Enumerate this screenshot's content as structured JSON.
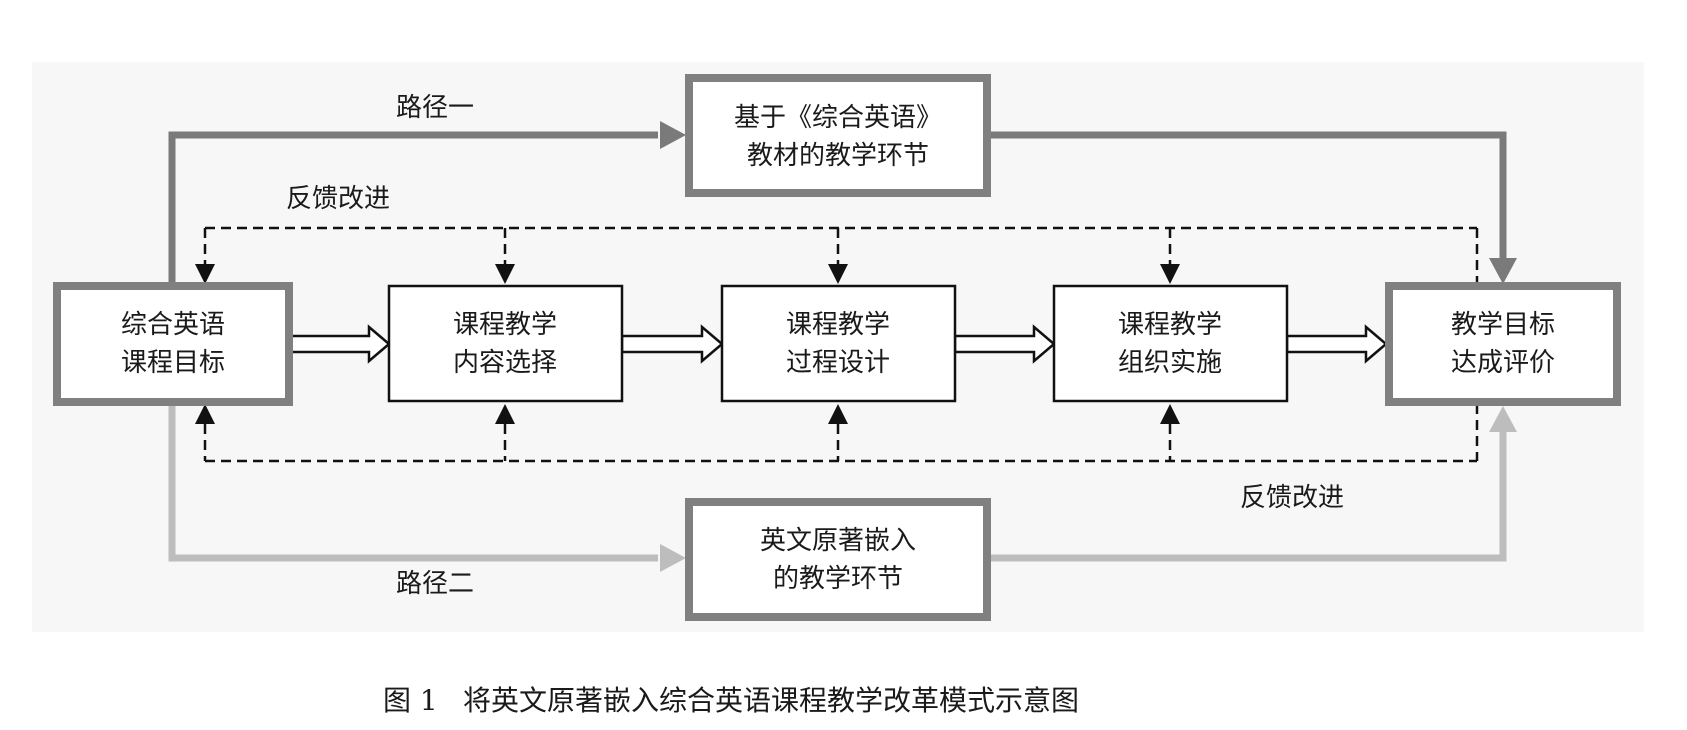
{
  "colors": {
    "panel_bg": "#f7f7f7",
    "path1": "#7a7a7a",
    "path2": "#bdbdbd",
    "thick_border": "#808080",
    "line": "#111111"
  },
  "path_labels": {
    "path1": "路径一",
    "path2": "路径二"
  },
  "feedback_labels": {
    "top": "反馈改进",
    "bottom": "反馈改进"
  },
  "boxes": {
    "textbook": {
      "line1": "基于《综合英语》",
      "line2": "教材的教学环节"
    },
    "goals": {
      "line1": "综合英语",
      "line2": "课程目标"
    },
    "content": {
      "line1": "课程教学",
      "line2": "内容选择"
    },
    "process": {
      "line1": "课程教学",
      "line2": "过程设计"
    },
    "organize": {
      "line1": "课程教学",
      "line2": "组织实施"
    },
    "evaluate": {
      "line1": "教学目标",
      "line2": "达成评价"
    },
    "original": {
      "line1": "英文原著嵌入",
      "line2": "的教学环节"
    }
  },
  "caption": {
    "number": "图 1",
    "text": "将英文原著嵌入综合英语课程教学改革模式示意图"
  }
}
